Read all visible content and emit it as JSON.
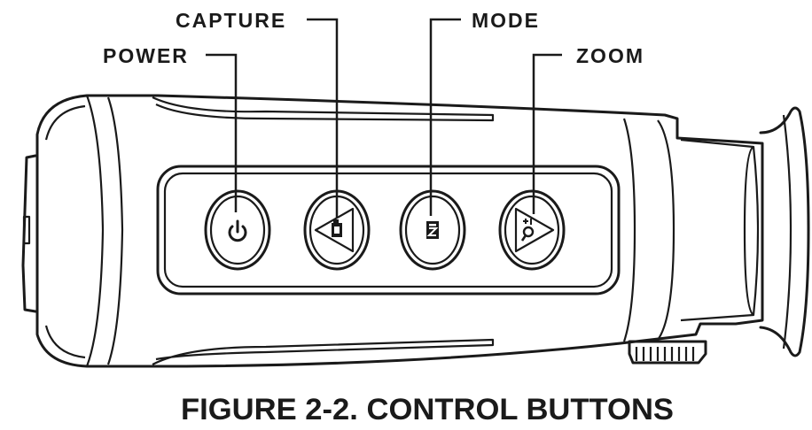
{
  "labels": {
    "capture": "CAPTURE",
    "power": "POWER",
    "mode": "MODE",
    "zoom": "ZOOM"
  },
  "caption": "FIGURE 2-2. CONTROL BUTTONS",
  "icons": {
    "power_button": "power-icon",
    "capture_button": "camera-icon",
    "mode_button": "mode-icon",
    "zoom_button": "zoom-magnifier-icon"
  },
  "colors": {
    "line": "#1a1a1a",
    "background": "#ffffff"
  }
}
